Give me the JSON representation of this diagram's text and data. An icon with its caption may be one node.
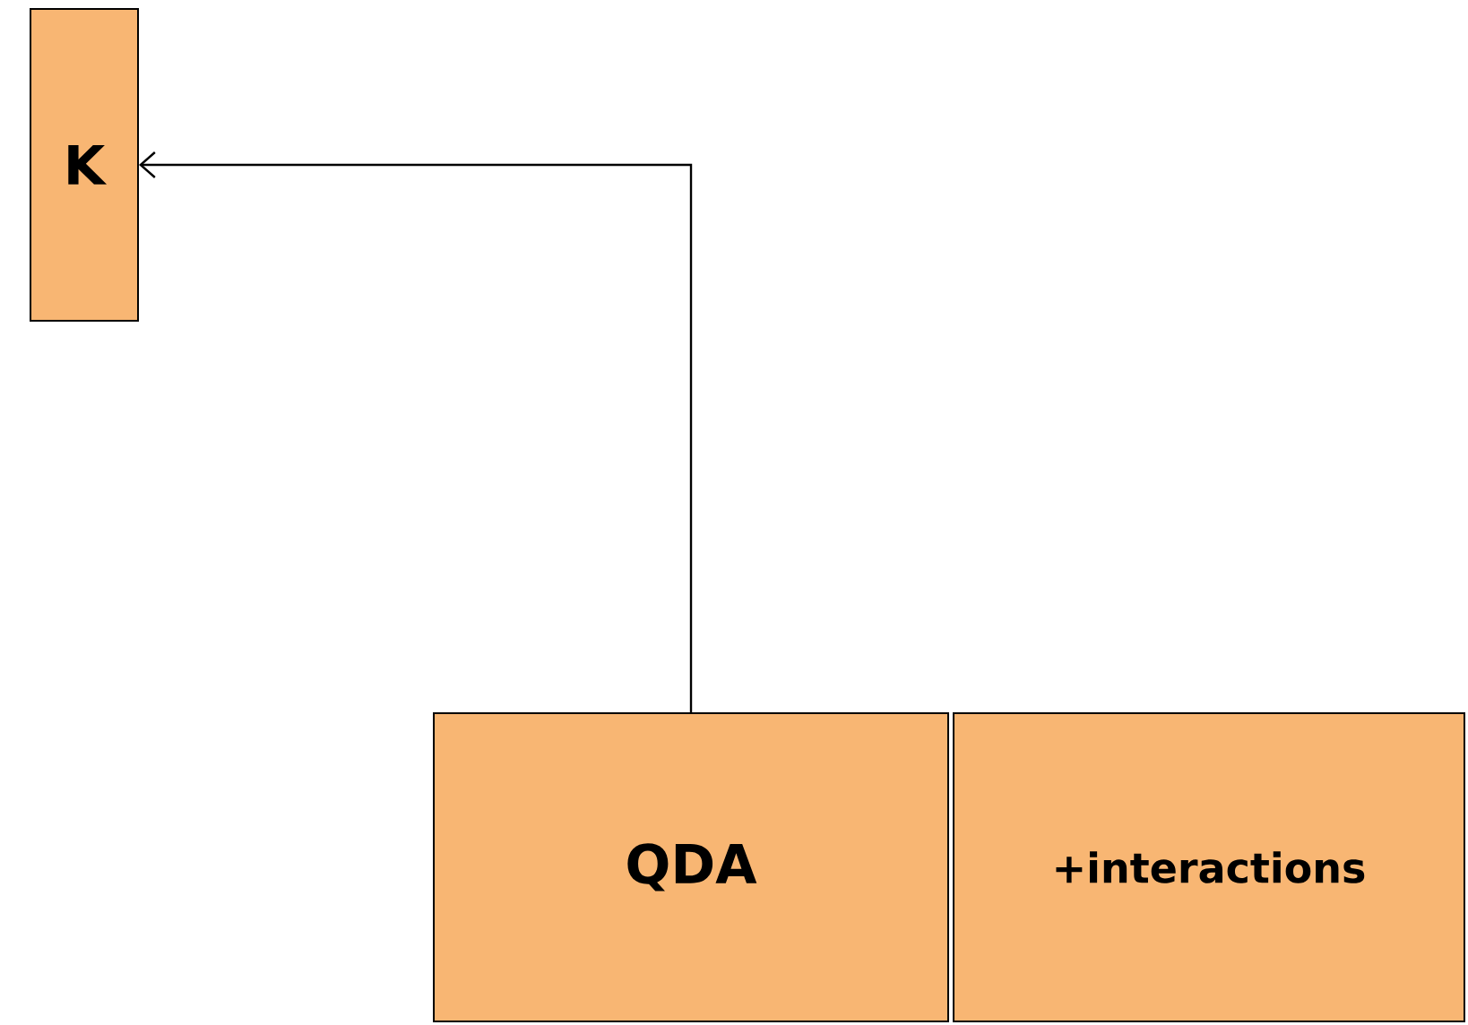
{
  "diagram": {
    "nodes": [
      {
        "text": [
          "K"
        ]
      },
      {
        "text": [
          "QDA"
        ]
      },
      {
        "text": [
          "+interactions"
        ]
      }
    ],
    "edges": [
      {
        "from": 1,
        "to": 0,
        "arrow": "to"
      }
    ]
  }
}
